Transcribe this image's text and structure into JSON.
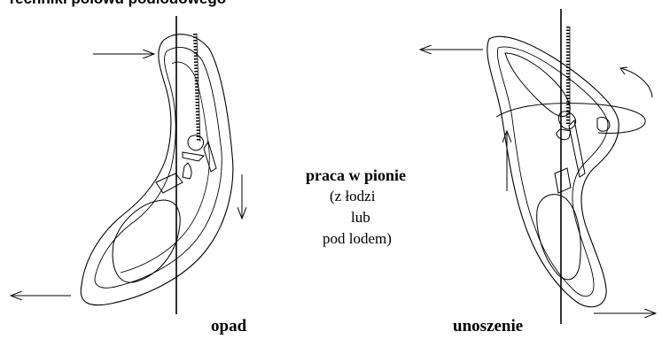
{
  "header_text": "Techniki połowu podlodowego",
  "center": {
    "title": "praca w pionie",
    "line1": "(z łodzi",
    "line2": "lub",
    "line3": "pod lodem)"
  },
  "labels": {
    "left": "opad",
    "right": "unoszenie"
  }
}
